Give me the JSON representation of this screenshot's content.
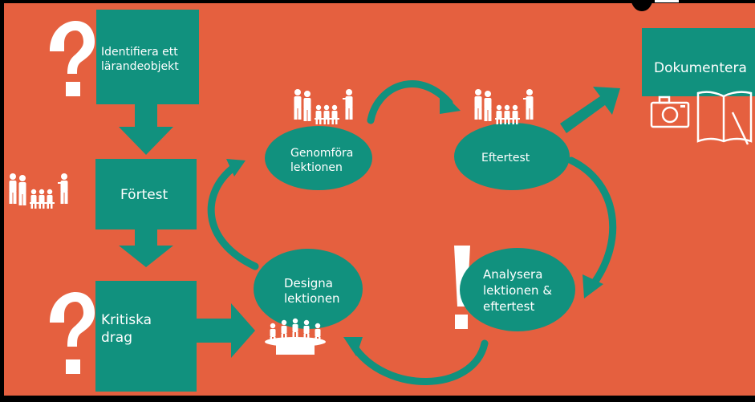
{
  "colors": {
    "background": "#e5603f",
    "teal": "#11917e",
    "teal_dark": "#0c6e60",
    "white": "#ffffff",
    "frame": "#000000"
  },
  "boxes": {
    "identify": {
      "line1": "Identifiera ett",
      "line2": "lärandeobjekt"
    },
    "pretest": {
      "label": "Förtest"
    },
    "critical": {
      "line1": "Kritiska",
      "line2": "drag"
    },
    "document": {
      "label": "Dokumentera"
    }
  },
  "cycle": {
    "conduct": {
      "line1": "Genomföra",
      "line2": "lektionen"
    },
    "posttest": {
      "label": "Eftertest"
    },
    "analyze": {
      "line1": "Analysera",
      "line2": "lektionen &",
      "line3": "eftertest"
    },
    "design": {
      "line1": "Designa",
      "line2": "lektionen"
    }
  },
  "icons": [
    "question-mark-icon",
    "exclamation-mark-icon",
    "classroom-people-icon",
    "meeting-table-icon",
    "camera-icon",
    "notebook-pencil-icon"
  ]
}
